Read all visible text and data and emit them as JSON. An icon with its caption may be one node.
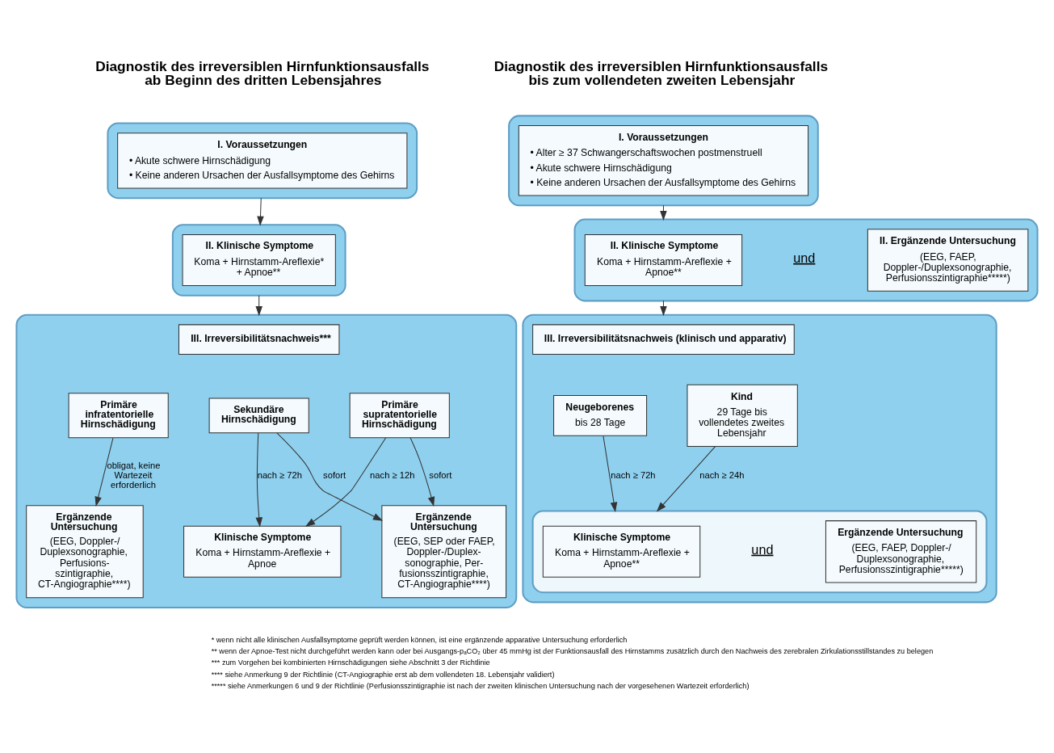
{
  "diagram": {
    "nodes": [
      {
        "text": [],
        "shape": "box"
      },
      {
        "text": [
          "I. Voraussetzungen",
          "• Akute schwere Hirnschädigung",
          "• Keine anderen Ursachen der Ausfallsymptome des Gehirns"
        ],
        "in": 0
      },
      {
        "text": [],
        "shape": "box"
      },
      {
        "text": [
          "II. Klinische Symptome",
          "Koma + Hirnstamm-Areflexie* + Apnoe**"
        ],
        "in": 2
      },
      {
        "text": [],
        "shape": "box"
      },
      {
        "text": [
          "III. Irreversibilitätsnachweis***"
        ],
        "in": 4
      },
      {
        "text": [
          "Primäre supratentorielle Hirnschädigung"
        ],
        "in": 4
      },
      {
        "text": [
          "Sekundäre Hirnschädigung"
        ],
        "in": 4
      },
      {
        "text": [
          "Primäre infratentorielle Hirnschädigung"
        ],
        "in": 4
      },
      {
        "text": [
          "Ergänzende Untersuchung",
          "(EEG, SEP oder FAEP, Doppler-/Duplex- sonographie, Per- fusionsszintigraphie, CT-Angiographie****)"
        ],
        "in": 4
      },
      {
        "text": [
          "Klinische Symptome",
          "Koma + Hirnstamm-Areflexie + Apnoe"
        ],
        "in": 4
      },
      {
        "text": [
          "Ergänzende Untersuchung",
          "(EEG, Doppler-/ Duplexsonographie, Perfusions- szintigraphie, CT-Angiographie****)"
        ],
        "in": 4
      },
      {
        "text": [],
        "shape": "box"
      },
      {
        "text": [
          "I. Voraussetzungen",
          "• Alter ≥ 37 Schwangerschaftswochen postmenstruell",
          "• Akute schwere Hirnschädigung",
          "• Keine anderen Ursachen der Ausfallsymptome des Gehirns"
        ],
        "in": 12
      },
      {
        "text": [],
        "shape": "box"
      },
      {
        "text": [
          "II. Klinische Symptome",
          "Koma + Hirnstamm-Areflexie + Apnoe**"
        ],
        "in": 14
      },
      {
        "text": [
          "II. Ergänzende Untersuchung",
          "(EEG, FAEP, Doppler-/Duplexsonographie, Perfusionsszintigraphie*****)"
        ],
        "in": 14
      },
      {
        "text": [],
        "shape": "box"
      },
      {
        "text": [
          "III. Irreversibilitätsnachweis (klinisch und apparativ)"
        ],
        "in": 17
      },
      {
        "text": [
          "Neugeborenes",
          "bis 28 Tage"
        ],
        "in": 17
      },
      {
        "text": [
          "Kind",
          "29 Tage bis vollendetes zweites Lebensjahr"
        ],
        "in": 17
      },
      {
        "text": [],
        "shape": "box",
        "in": 17
      },
      {
        "text": [
          "Klinische Symptome",
          "Koma + Hirnstamm-Areflexie + Apnoe**"
        ],
        "in": 21
      },
      {
        "text": [
          "Ergänzende Untersuchung",
          "(EEG, FAEP, Doppler-/ Duplexsonographie, Perfusionsszintigraphie*****)"
        ],
        "in": 21
      }
    ],
    "edges": [
      {
        "from": 0,
        "to": 2,
        "arrow": "to"
      },
      {
        "from": 2,
        "to": 4,
        "arrow": "to"
      },
      {
        "from": 6,
        "to": 9,
        "arrow": "to",
        "label": "sofort"
      },
      {
        "from": 6,
        "to": 10,
        "arrow": "to",
        "label": "nach ≥ 12h"
      },
      {
        "from": 7,
        "to": 9,
        "arrow": "to",
        "label": "sofort"
      },
      {
        "from": 7,
        "to": 10,
        "arrow": "to",
        "label": "nach ≥ 72h"
      },
      {
        "from": 8,
        "to": 11,
        "arrow": "to",
        "label": "obligat, keine Wartezeit erforderlich"
      },
      {
        "from": 12,
        "to": 14,
        "arrow": "to"
      },
      {
        "from": 14,
        "to": 17,
        "arrow": "to"
      },
      {
        "from": 19,
        "to": 21,
        "arrow": "to",
        "label": "nach ≥ 72h"
      },
      {
        "from": 20,
        "to": 21,
        "arrow": "to",
        "label": "nach ≥ 24h"
      }
    ],
    "labels": [
      "Diagnostik des irreversiblen Hirnfunktionsausfalls ab Beginn des dritten Lebensjahres",
      "Diagnostik des irreversiblen Hirnfunktionsausfalls bis zum vollendeten zweiten Lebensjahr",
      "und",
      "und",
      "* wenn nicht alle klinischen Ausfallsymptome geprüft werden können, ist eine ergänzende apparative Untersuchung erforderlich",
      "** wenn der Apnoe-Test nicht durchgeführt werden kann oder bei Ausgangs-pₐCO₂ über 45 mmHg ist der Funktionsausfall des Hirnstamms zusätzlich durch den Nachweis des zerebralen Zirkulationsstillstandes zu belegen",
      "*** zum Vorgehen bei kombinierten Hirnschädigungen siehe Abschnitt 3 der Richtlinie",
      "**** siehe Anmerkung 9 der Richtlinie (CT-Angiographie erst ab dem vollendeten 18. Lebensjahr validiert)",
      "***** siehe Anmerkungen 6 und 9 der Richtlinie (Perfusionsszintigraphie ist nach der zweiten klinischen Untersuchung nach der vorgesehenen Wartezeit erforderlich)"
    ]
  }
}
